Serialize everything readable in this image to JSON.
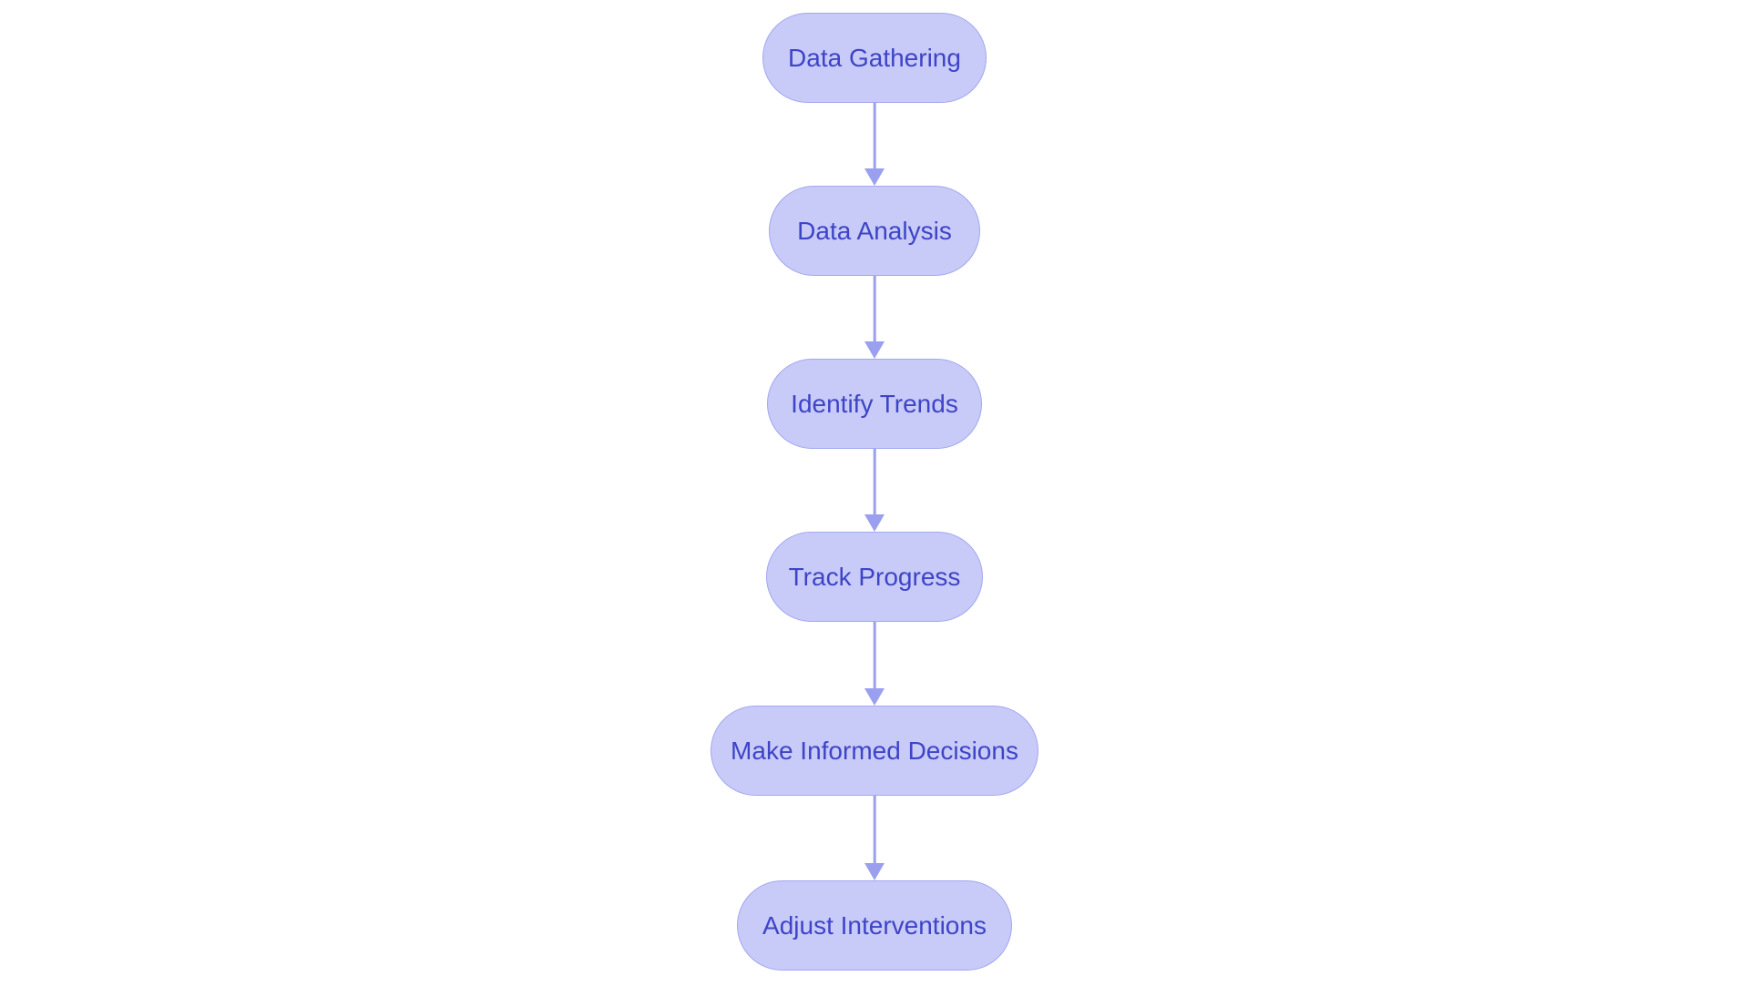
{
  "diagram": {
    "type": "flowchart",
    "direction": "top-down",
    "nodes": [
      {
        "id": "data-gathering",
        "label": "Data Gathering"
      },
      {
        "id": "data-analysis",
        "label": "Data Analysis"
      },
      {
        "id": "identify-trends",
        "label": "Identify Trends"
      },
      {
        "id": "track-progress",
        "label": "Track Progress"
      },
      {
        "id": "make-informed-decisions",
        "label": "Make Informed Decisions"
      },
      {
        "id": "adjust-interventions",
        "label": "Adjust Interventions"
      }
    ],
    "edges": [
      {
        "from": "data-gathering",
        "to": "data-analysis"
      },
      {
        "from": "data-analysis",
        "to": "identify-trends"
      },
      {
        "from": "identify-trends",
        "to": "track-progress"
      },
      {
        "from": "track-progress",
        "to": "make-informed-decisions"
      },
      {
        "from": "make-informed-decisions",
        "to": "adjust-interventions"
      }
    ],
    "colors": {
      "background": "#ffffff",
      "node_fill": "#c8cbf8",
      "node_border": "#a2a7ef",
      "node_text": "#3e44c6",
      "arrow": "#9aa0ef"
    }
  }
}
